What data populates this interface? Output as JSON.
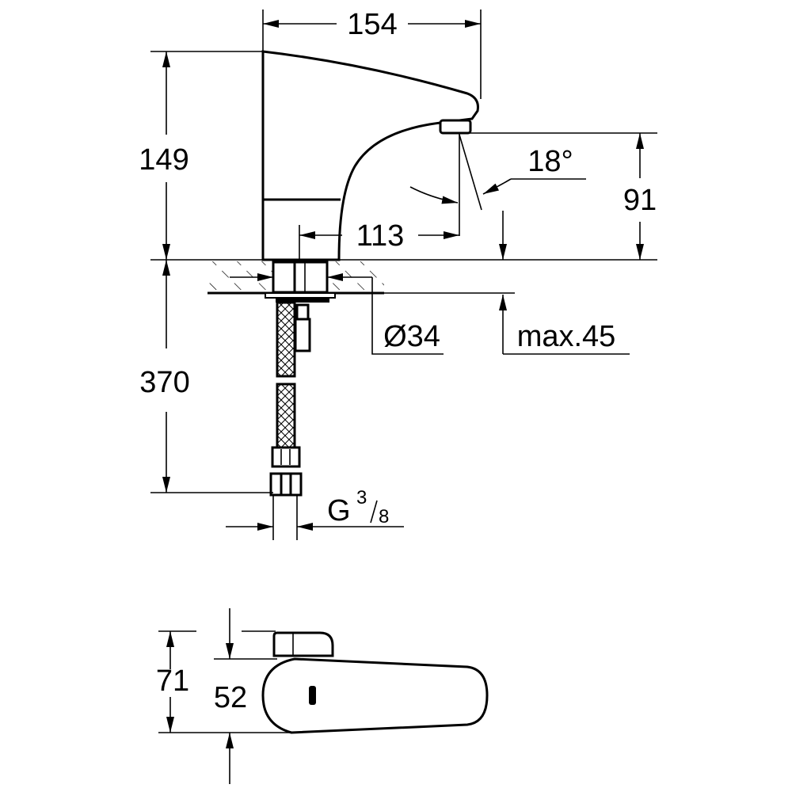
{
  "title": "Sensor basin tap dimension drawing",
  "colors": {
    "line": "#000000",
    "background": "#ffffff"
  },
  "dimensions": {
    "width_total": "154",
    "height_total": "149",
    "spout_height": "91",
    "spray_angle": "18°",
    "spout_reach": "113",
    "hole_diameter": "Ø34",
    "counter_max": "max.45",
    "hose_length": "370",
    "connection_main": "G",
    "connection_num": "3",
    "connection_den": "8",
    "plan_height": "71",
    "plan_body": "52"
  }
}
